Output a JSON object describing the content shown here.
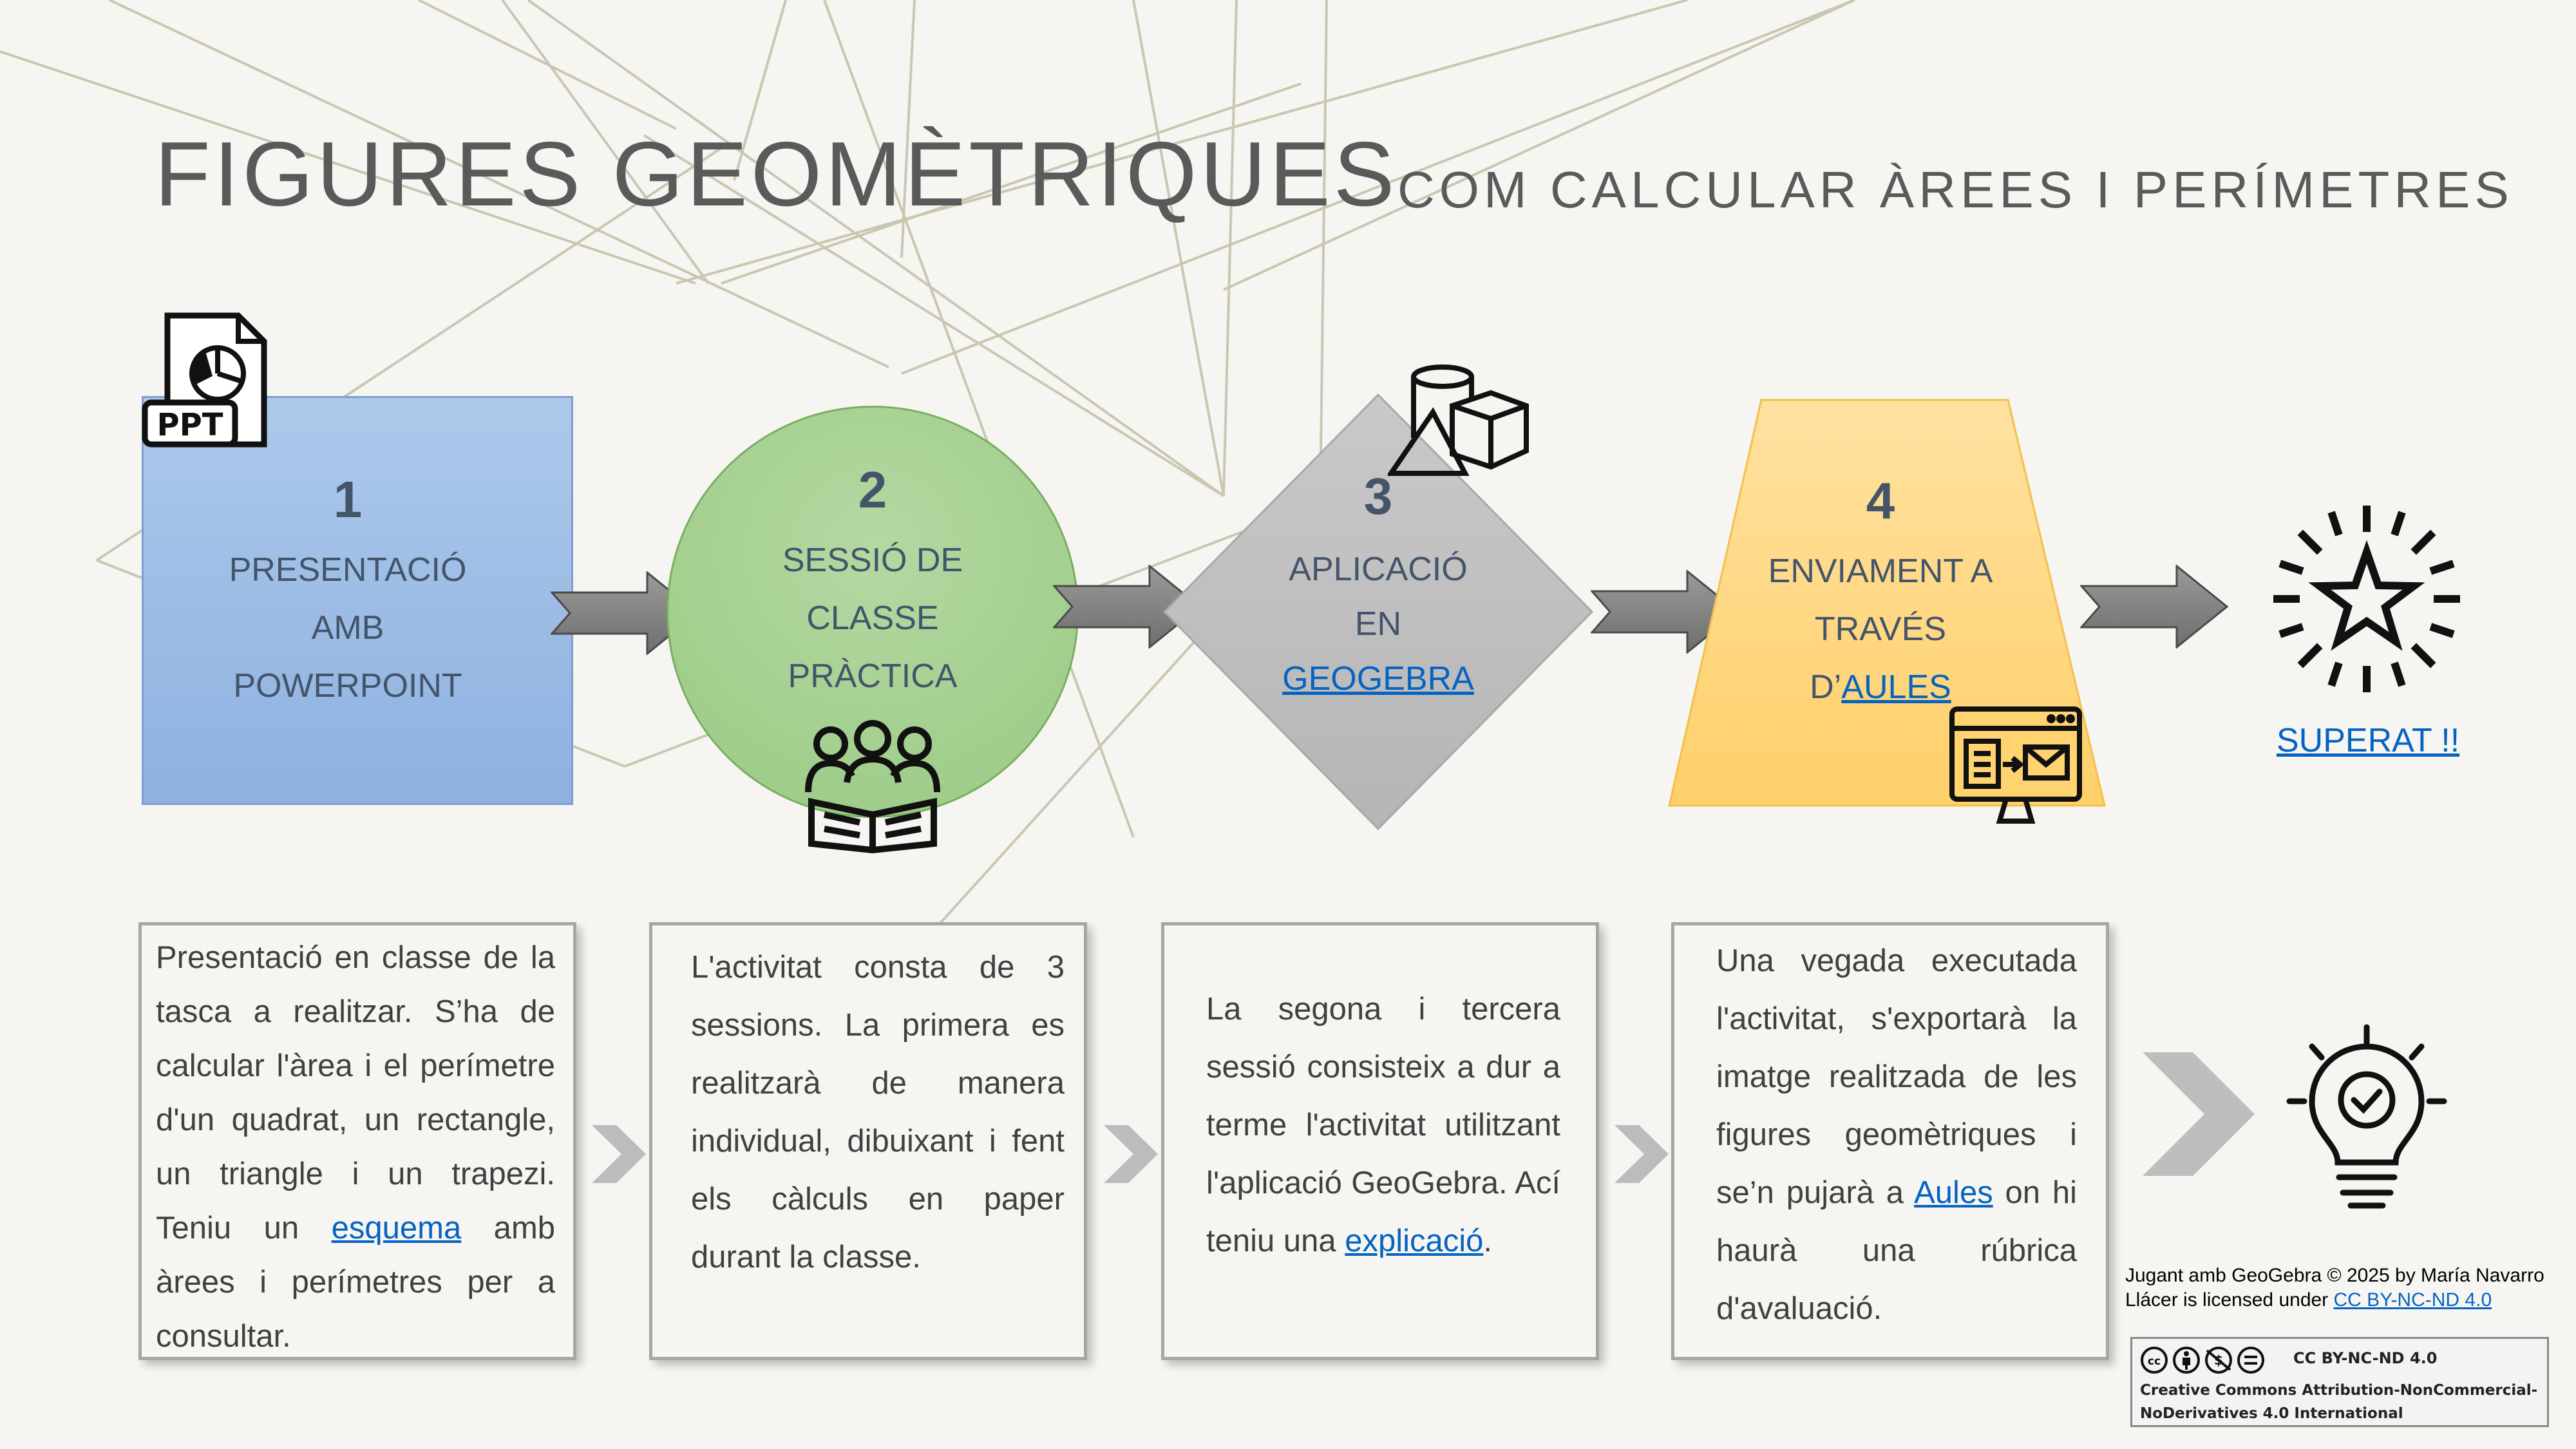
{
  "header": {
    "title": "FIGURES GEOMÈTRIQUES",
    "subtitle": "COM CALCULAR ÀREES I PERÍMETRES"
  },
  "stages": [
    {
      "number": "1",
      "lines": [
        "PRESENTACIÓ",
        "AMB",
        "POWERPOINT"
      ],
      "icon": "ppt-file-icon"
    },
    {
      "number": "2",
      "lines": [
        "SESSIÓ DE",
        "CLASSE",
        "PRÀCTICA"
      ],
      "icon": "group-reading-icon"
    },
    {
      "number": "3",
      "lines": [
        "APLICACIÓ",
        "EN"
      ],
      "link": "GEOGEBRA",
      "icon": "geometric-shapes-icon"
    },
    {
      "number": "4",
      "lines": [
        "ENVIAMENT A",
        "TRAVÉS"
      ],
      "prefix": "D’",
      "link": "AULES",
      "icon": "email-monitor-icon"
    }
  ],
  "final": {
    "label": "SUPERAT !!",
    "icon": "star-burst-icon",
    "bulb_icon": "lightbulb-check-icon"
  },
  "boxes": [
    {
      "before": "Presentació en classe de la tasca a realitzar. S’ha de calcular l'àrea i el perímetre d'un quadrat, un rectangle, un triangle i un trapezi. Teniu un ",
      "link": "esquema",
      "after": " amb àrees i perímetres per a consultar."
    },
    {
      "before": "L'activitat consta de 3 sessions. La primera es realitzarà de manera individual, dibuixant i fent els càlculs en paper durant la classe.",
      "link": "",
      "after": ""
    },
    {
      "before": "La segona i tercera sessió consisteix a dur a terme l'activitat utilitzant l'aplicació GeoGebra. Ací teniu una ",
      "link": "explicació",
      "after": "."
    },
    {
      "before": "Una vegada executada l'activitat, s'exportarà la imatge realitzada de les figures geomètriques i se’n pujarà a ",
      "link": "Aules",
      "after": " on hi haurà una rúbrica d'avaluació."
    }
  ],
  "credit": {
    "line1": "Jugant amb GeoGebra © 2025 by María Navarro",
    "line2_text": "Llácer is licensed under ",
    "line2_link": "CC BY-NC-ND 4.0 "
  },
  "license": {
    "badge": "CC BY-NC-ND 4.0",
    "line1": "Creative Commons Attribution-NonCommercial-",
    "line2": "NoDerivatives 4.0 International"
  },
  "colors": {
    "stage1": "#8fb4e3",
    "stage2": "#9fce89",
    "stage3": "#c0c0c0",
    "stage4": "#ffd56e",
    "text": "#44546a",
    "link": "#0563c1"
  }
}
